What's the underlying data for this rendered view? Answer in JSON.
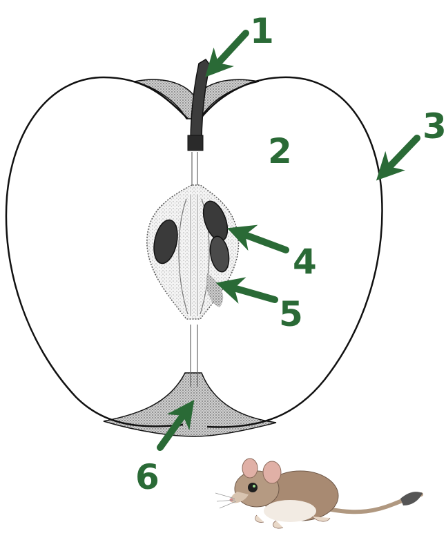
{
  "diagram": {
    "labels": [
      {
        "id": "1",
        "text": "1"
      },
      {
        "id": "2",
        "text": "2"
      },
      {
        "id": "3",
        "text": "3"
      },
      {
        "id": "4",
        "text": "4"
      },
      {
        "id": "5",
        "text": "5"
      },
      {
        "id": "6",
        "text": "6"
      }
    ],
    "colors": {
      "label": "#2a6a36",
      "arrow": "#2a6a36",
      "outline": "#111111",
      "stipple": "#8a8a8a",
      "seed": "#3a3a3a",
      "mouse_fur": "#a88a72",
      "mouse_belly": "#f2ebe3",
      "mouse_ear": "#e0b0a6"
    },
    "icons": [
      "apple-cross-section",
      "mouse"
    ]
  }
}
